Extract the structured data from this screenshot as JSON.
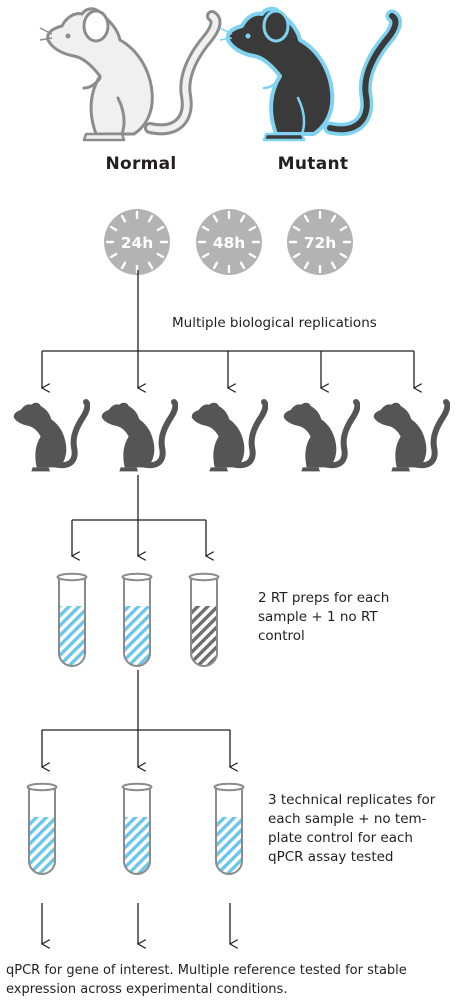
{
  "groups": {
    "normal_label": "Normal",
    "mutant_label": "Mutant"
  },
  "timepoints": [
    "24h",
    "48h",
    "72h"
  ],
  "bio_rep_label": "Multiple biological replications",
  "rt_label_lines": [
    "2 RT preps for each",
    "sample + 1 no RT",
    "control"
  ],
  "tech_label_lines": [
    "3 technical replicates for",
    "each sample + no tem-",
    "plate control for each",
    "qPCR assay tested"
  ],
  "footer_lines": [
    "qPCR for gene of interest. Multiple reference tested for stable",
    "expression across experimental conditions."
  ],
  "colors": {
    "mouse_normal_fill": "#f0f0f0",
    "mouse_outline": "#8c8c8c",
    "mouse_mutant_fill": "#3a3a3a",
    "mutant_glow": "#7fd3f0",
    "mouse_small": "#555555",
    "clock": "#b3b3b3",
    "tube_blue": "#6cc6ea",
    "tube_gray": "#6e6e6e",
    "line": "#231f20"
  },
  "icons": {
    "mouse": "mouse-icon",
    "clock": "clock-icon",
    "tube": "test-tube-icon",
    "arrow": "arrow-down-icon"
  }
}
